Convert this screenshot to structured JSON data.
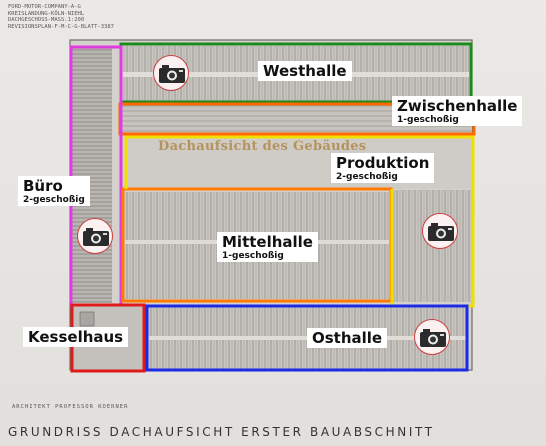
{
  "title_block": [
    "FORD-MOTOR-COMPANY-A-G",
    "KREISLANDUNG-KÖLN-NIEHL",
    "DACHGESCHOSS-MASS.1:200",
    "REVISIONSPLAN-F-M-C-G-BLATT-3387"
  ],
  "drawing_title": "Dachaufsicht des Gebäudes",
  "architect": "ARCHITEKT PROFESSOR KOERNER",
  "caption": "GRUNDRISS DACHAUFSICHT ERSTER BAUABSCHNITT",
  "areas": {
    "westhalle": {
      "name": "Westhalle",
      "color": "#1a8a1a"
    },
    "zwischenhalle": {
      "name": "Zwischenhalle",
      "floors": "1-geschoßig",
      "color": "#ff6a00"
    },
    "produktion": {
      "name": "Produktion",
      "floors": "2-geschoßig",
      "color": "#f0e000"
    },
    "buero": {
      "name": "Büro",
      "floors": "2-geschoßig",
      "color": "#e23ae2"
    },
    "mittelhalle": {
      "name": "Mittelhalle",
      "floors": "1-geschoßig",
      "color": "#ff7a00"
    },
    "kesselhaus": {
      "name": "Kesselhaus",
      "color": "#e01a1a"
    },
    "osthalle": {
      "name": "Osthalle",
      "color": "#1a2ae6"
    }
  },
  "camera_icons": [
    "camera-icon",
    "camera-icon",
    "camera-icon",
    "camera-icon"
  ]
}
